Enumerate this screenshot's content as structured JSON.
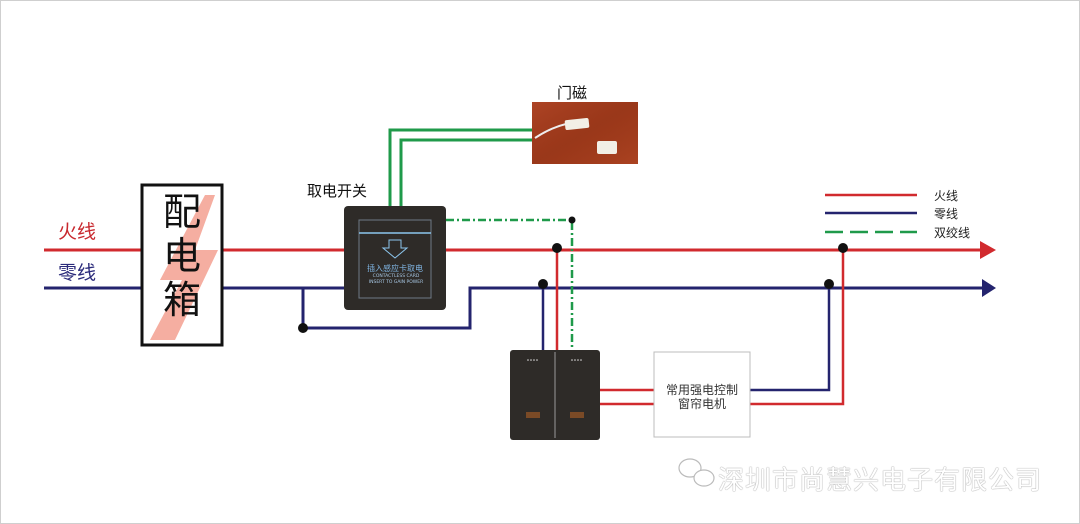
{
  "wires": {
    "live_label": "火线",
    "neutral_label": "零线"
  },
  "distribution_box": {
    "label_chars": [
      "配",
      "电",
      "箱"
    ]
  },
  "card_switch": {
    "caption": "取电开关",
    "panel_cn": "插入感应卡取电",
    "panel_en_1": "CONTACTLESS CARD",
    "panel_en_2": "INSERT TO GAIN POWER"
  },
  "door_sensor": {
    "caption": "门磁"
  },
  "curtain_motor": {
    "line1": "常用强电控制",
    "line2": "窗帘电机"
  },
  "legend": {
    "items": [
      {
        "label": "火线",
        "color": "#d12a2e",
        "style": "solid"
      },
      {
        "label": "零线",
        "color": "#24246e",
        "style": "solid"
      },
      {
        "label": "双绞线",
        "color": "#1f9a4a",
        "style": "dashed"
      }
    ]
  },
  "watermark": {
    "text": "深圳市尚慧兴电子有限公司"
  },
  "colors": {
    "live": "#d12a2e",
    "neutral": "#24246e",
    "twisted": "#1f9a4a",
    "panel": "#2e2b28"
  }
}
